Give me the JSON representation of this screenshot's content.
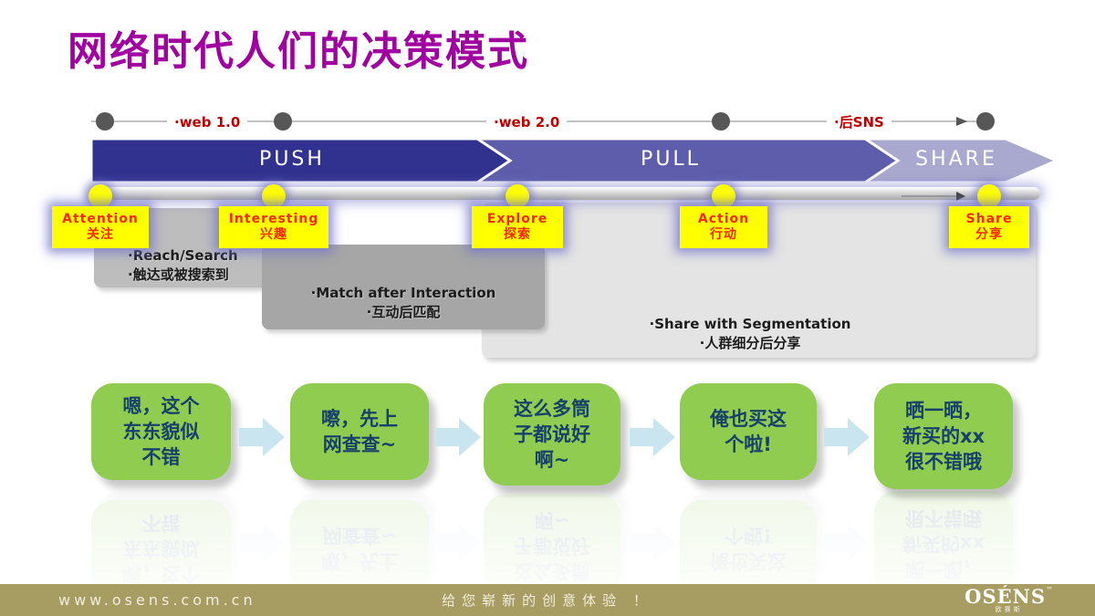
{
  "title": "网络时代人们的决策模式",
  "timeline": {
    "milestones": [
      {
        "label": "·web 1.0"
      },
      {
        "label": "·web 2.0"
      },
      {
        "label": "·后SNS"
      }
    ]
  },
  "arrow": {
    "segments": [
      {
        "label": "PUSH"
      },
      {
        "label": "PULL"
      },
      {
        "label": "SHARE"
      }
    ]
  },
  "stages": [
    {
      "en": "Attention",
      "cn": "关注"
    },
    {
      "en": "Interesting",
      "cn": "兴趣"
    },
    {
      "en": "Explore",
      "cn": "探索"
    },
    {
      "en": "Action",
      "cn": "行动"
    },
    {
      "en": "Share",
      "cn": "分享"
    }
  ],
  "panels": [
    {
      "text": "·Reach/Search\n·触达或被搜索到"
    },
    {
      "text": "·Match after Interaction\n·互动后匹配"
    },
    {
      "text": "·Share with Segmentation\n·人群细分后分享"
    }
  ],
  "bubbles": [
    {
      "text": "嗯，这个\n东东貌似\n不错"
    },
    {
      "text": "嚓，先上\n网查查~"
    },
    {
      "text": "这么多筒\n子都说好\n啊~"
    },
    {
      "text": "俺也买这\n个啦!"
    },
    {
      "text": "晒一晒，\n新买的xx\n很不错哦"
    }
  ],
  "footer": {
    "url": "www.osens.com.cn",
    "slogan": "给您崭新的创意体验 ！",
    "logo": "OSÉNS",
    "logo_tm": "™",
    "logo_sub": "欧赛斯"
  },
  "colors": {
    "title_purple": "#A000A0",
    "milestone_red": "#C00000",
    "push_blue": "#31318F",
    "pull_blue": "#5D5DAB",
    "share_lavender": "#A9A9CF",
    "stage_yellow": "#FFFF00",
    "stage_text_red": "#F52800",
    "panel_light": "#E4E4E4",
    "panel_mid": "#BDBDBD",
    "panel_dark": "#A6A6A6",
    "bubble_green": "#8FCC4F",
    "bubble_text_navy": "#17406B",
    "flow_arrow_blue": "#C9E5F0",
    "footer_gold": "#A79C62"
  }
}
